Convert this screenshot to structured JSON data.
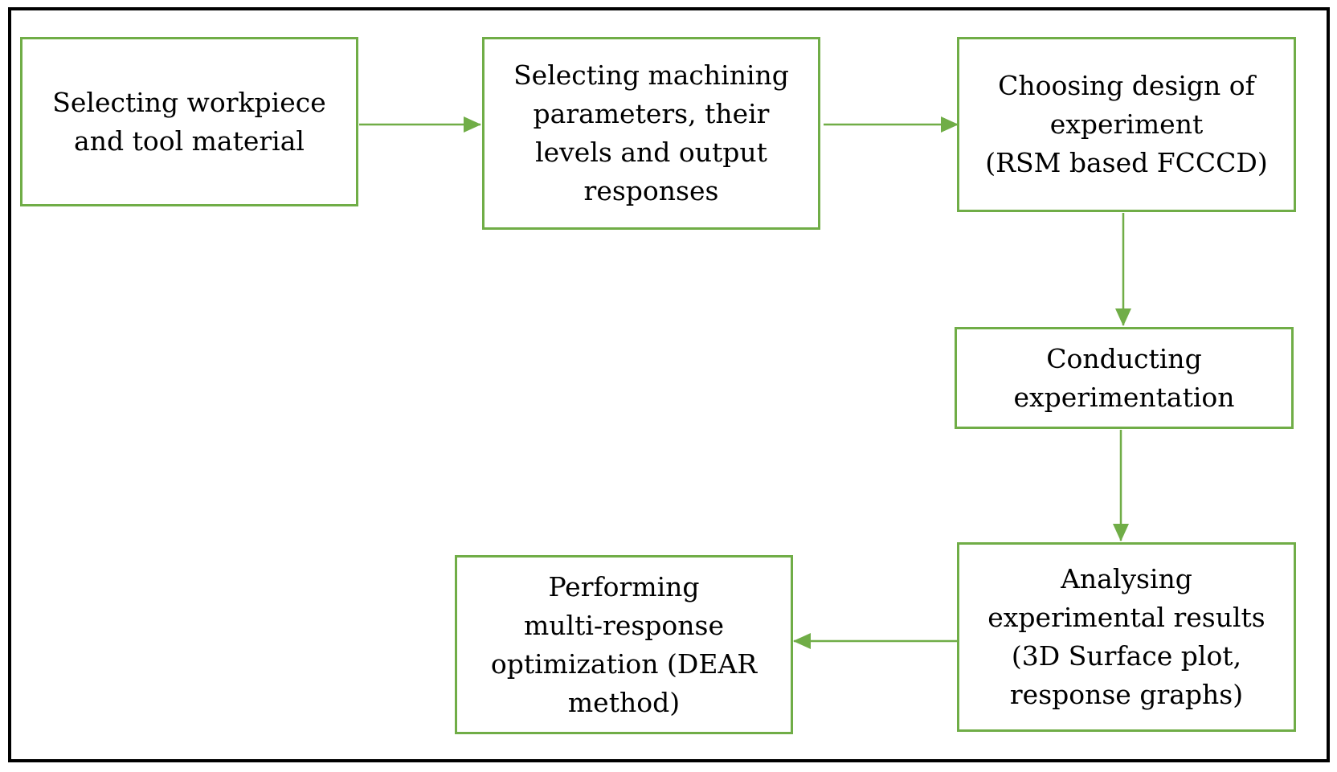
{
  "colors": {
    "box_border": "#70ad47",
    "arrow": "#70ad47",
    "frame": "#000000",
    "text": "#000000"
  },
  "steps": [
    {
      "id": "step1",
      "label": "Selecting workpiece\nand tool material"
    },
    {
      "id": "step2",
      "label": "Selecting machining\nparameters, their\nlevels and output\nresponses"
    },
    {
      "id": "step3",
      "label": "Choosing design of\nexperiment\n(RSM based FCCCD)"
    },
    {
      "id": "step4",
      "label": "Conducting\nexperimentation"
    },
    {
      "id": "step5",
      "label": "Analysing\nexperimental results\n(3D Surface plot,\nresponse graphs)"
    },
    {
      "id": "step6",
      "label": "Performing\nmulti-response\noptimization (DEAR\nmethod)"
    }
  ],
  "connections": [
    {
      "from": "step1",
      "to": "step2"
    },
    {
      "from": "step2",
      "to": "step3"
    },
    {
      "from": "step3",
      "to": "step4"
    },
    {
      "from": "step4",
      "to": "step5"
    },
    {
      "from": "step5",
      "to": "step6"
    }
  ]
}
